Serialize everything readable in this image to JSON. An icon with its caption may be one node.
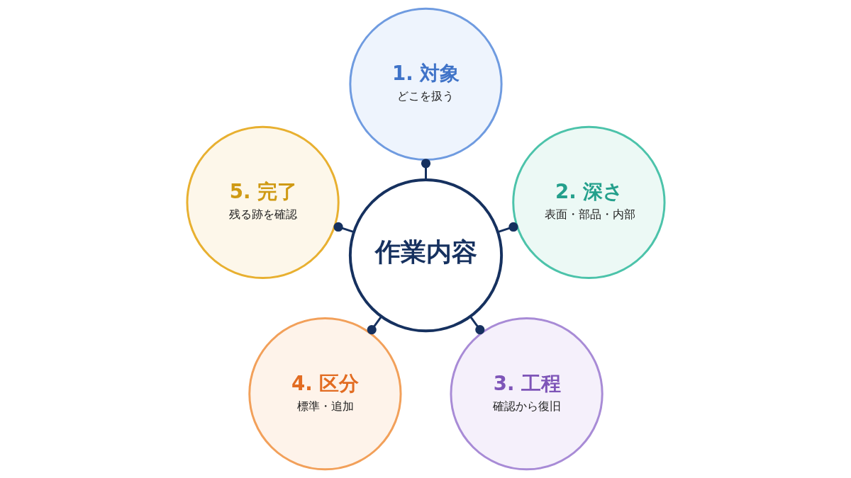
{
  "diagram": {
    "nodes": [
      {
        "text": [
          "作業内容"
        ]
      },
      {
        "text": [
          "1. 対象",
          "どこを扱う"
        ]
      },
      {
        "text": [
          "2. 深さ",
          "表面・部品・内部"
        ]
      },
      {
        "text": [
          "3. 工程",
          "確認から復旧"
        ]
      },
      {
        "text": [
          "4. 区分",
          "標準・追加"
        ]
      },
      {
        "text": [
          "5. 完了",
          "残る跡を確認"
        ]
      }
    ],
    "edges": [
      {
        "from": 0,
        "to": 1,
        "arrow": "other"
      },
      {
        "from": 0,
        "to": 2,
        "arrow": "other"
      },
      {
        "from": 0,
        "to": 3,
        "arrow": "other"
      },
      {
        "from": 0,
        "to": 4,
        "arrow": "other"
      },
      {
        "from": 0,
        "to": 5,
        "arrow": "other"
      }
    ]
  }
}
